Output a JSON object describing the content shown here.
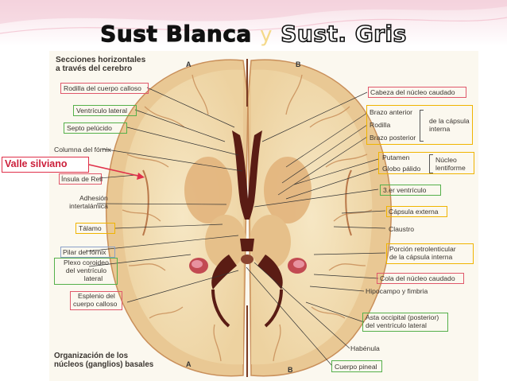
{
  "title": {
    "word1": "Sust Blanca",
    "word2": "y",
    "word3": "Sust. Gris"
  },
  "callout": {
    "text": "Valle silviano",
    "color": "#cc1f3a"
  },
  "figure": {
    "heading": [
      "Secciones horizontales",
      "a través del cerebro"
    ],
    "letter_a_top": "A",
    "letter_b_top": "B",
    "letter_a_bottom": "A",
    "letter_b_bottom": "B",
    "bottom_heading": [
      "Organización de los",
      "núcleos (ganglios) basales"
    ]
  },
  "labels_left": {
    "rodilla_cuerpo_calloso": "Rodilla del cuerpo calloso",
    "ventriculo_lateral": "Ventrículo lateral",
    "septo_pelucido": "Septo pelúcido",
    "columna_fornix": "Columna del fórnix",
    "insula": "Ínsula de Reil",
    "adhesion": [
      "Adhesión",
      "intertalámica"
    ],
    "talamo": "Tálamo",
    "pilar_fornix": "Pilar del fórnix",
    "plexo_coroideo": [
      "Plexo coroideo",
      "del ventrículo",
      "lateral"
    ],
    "esplenio": [
      "Esplenio del",
      "cuerpo calloso"
    ]
  },
  "labels_right": {
    "cabeza_caudado": "Cabeza del núcleo caudado",
    "brazo_anterior": "Brazo anterior",
    "rodilla": "Rodilla",
    "brazo_posterior": "Brazo posterior",
    "capsula_interna": [
      "de la cápsula",
      "interna"
    ],
    "putamen": "Putamen",
    "globo_palido": "Globo pálido",
    "nucleo_lentiforme": [
      "Núcleo",
      "lentiforme"
    ],
    "tercer_ventriculo": "3.er ventrículo",
    "capsula_externa": "Cápsula externa",
    "claustro": "Claustro",
    "porcion_retrolenticular": [
      "Porción retrolenticular",
      "de la cápsula interna"
    ],
    "cola_caudado": "Cola del núcleo caudado",
    "hipocampo": "Hipocampo y fimbria",
    "asta_occipital": [
      "Asta occipital (posterior)",
      "del ventrículo lateral"
    ],
    "habenula": "Habénula",
    "cuerpo_pineal": "Cuerpo pineal"
  },
  "colors": {
    "red_box": "#e0586b",
    "green_box": "#55b04a",
    "yellow_box": "#f0b400",
    "white_matter": "#f2ddb0",
    "gray_matter": "#e6c08a",
    "cortex_edge": "#c98f5a",
    "ventricle": "#5a1c14"
  }
}
